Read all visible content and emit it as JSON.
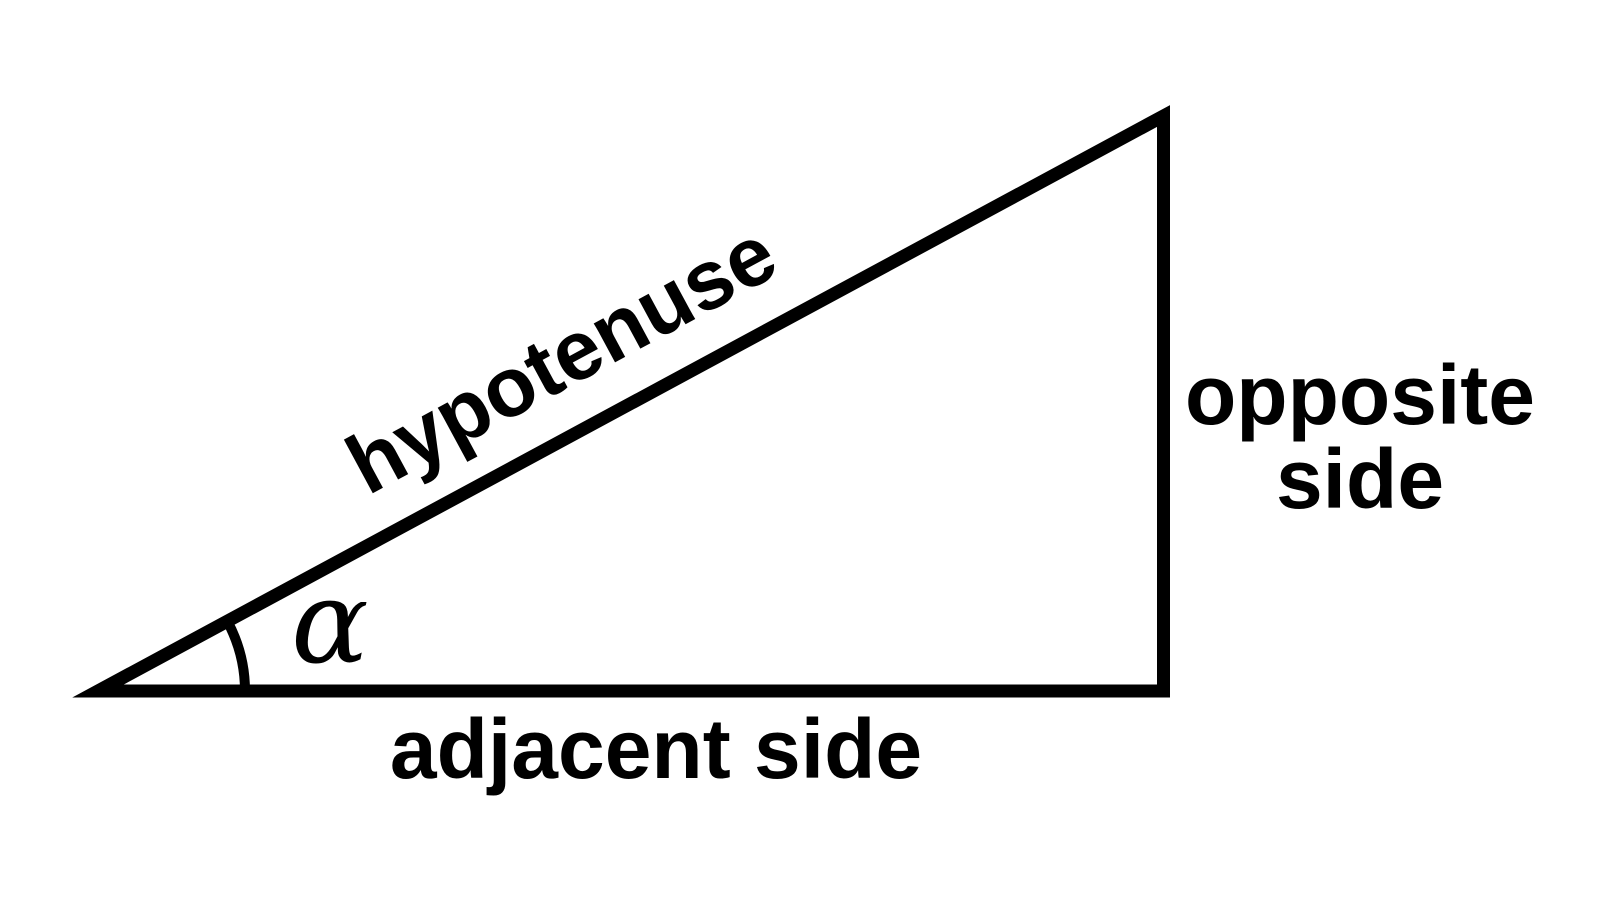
{
  "page": {
    "background_color": "#ffffff"
  },
  "diagram": {
    "type": "right-triangle-trigonometry",
    "stroke_color": "#000000",
    "text_color": "#000000",
    "labels": {
      "hypotenuse": "hypotenuse",
      "opposite_line1": "opposite",
      "opposite_line2": "side",
      "adjacent": "adjacent side",
      "angle_symbol": "α"
    }
  }
}
